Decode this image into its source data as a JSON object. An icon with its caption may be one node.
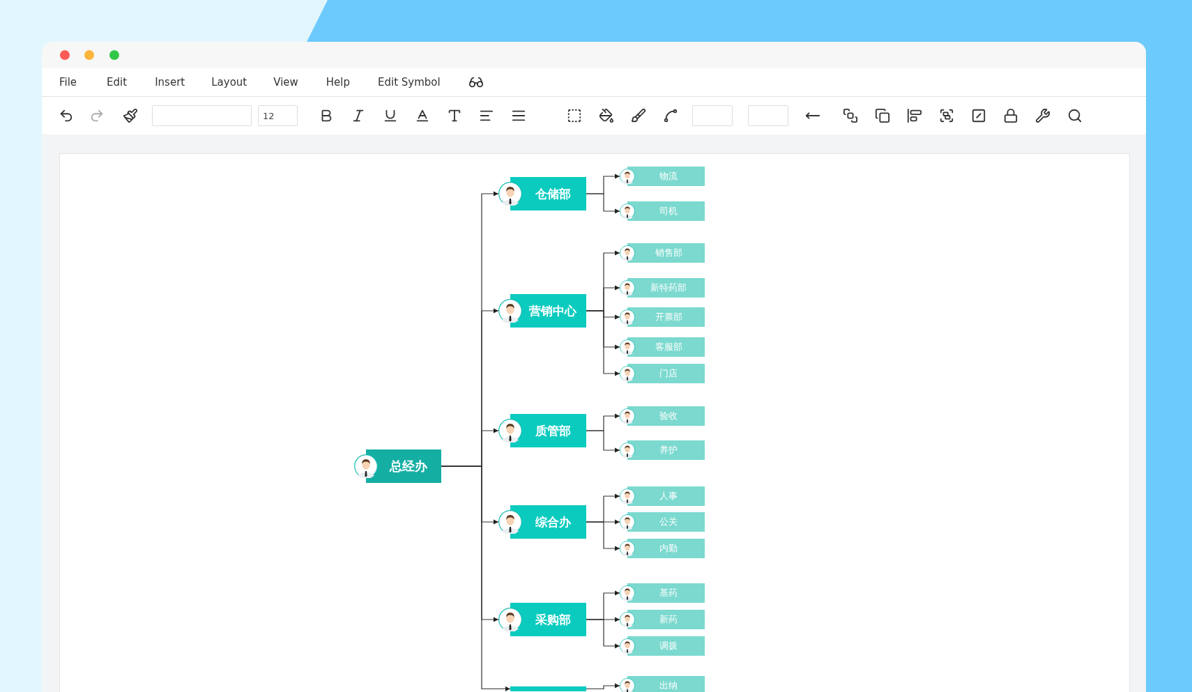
{
  "diagram": {
    "nodes": [
      {
        "text": [
          "总经办"
        ]
      },
      {
        "text": [
          "仓储部"
        ]
      },
      {
        "text": [
          "物流"
        ]
      },
      {
        "text": [
          "司机"
        ]
      },
      {
        "text": [
          "营销中心"
        ]
      },
      {
        "text": [
          "销售部"
        ]
      },
      {
        "text": [
          "新特药部"
        ]
      },
      {
        "text": [
          "开票部"
        ]
      },
      {
        "text": [
          "客服部"
        ]
      },
      {
        "text": [
          "门店"
        ]
      },
      {
        "text": [
          "质管部"
        ]
      },
      {
        "text": [
          "验收"
        ]
      },
      {
        "text": [
          "养护"
        ]
      },
      {
        "text": [
          "综合办"
        ]
      },
      {
        "text": [
          "人事"
        ]
      },
      {
        "text": [
          "公关"
        ]
      },
      {
        "text": [
          "内勤"
        ]
      },
      {
        "text": [
          "采购部"
        ]
      },
      {
        "text": [
          "基药"
        ]
      },
      {
        "text": [
          "新药"
        ]
      },
      {
        "text": [
          "调拨"
        ]
      },
      {
        "text": [],
        "shape": "box"
      },
      {
        "text": [
          "出纳"
        ]
      }
    ],
    "edges": [
      {
        "from": 0,
        "to": 1,
        "arrow": "to"
      },
      {
        "from": 0,
        "to": 4,
        "arrow": "to"
      },
      {
        "from": 0,
        "to": 10,
        "arrow": "to"
      },
      {
        "from": 0,
        "to": 13,
        "arrow": "to"
      },
      {
        "from": 0,
        "to": 17,
        "arrow": "to"
      },
      {
        "from": 0,
        "to": 21,
        "arrow": "to"
      },
      {
        "from": 1,
        "to": 2,
        "arrow": "to"
      },
      {
        "from": 1,
        "to": 3,
        "arrow": "to"
      },
      {
        "from": 4,
        "to": 5,
        "arrow": "to"
      },
      {
        "from": 4,
        "to": 6,
        "arrow": "to"
      },
      {
        "from": 4,
        "to": 7,
        "arrow": "to"
      },
      {
        "from": 4,
        "to": 8,
        "arrow": "to"
      },
      {
        "from": 4,
        "to": 9,
        "arrow": "to"
      },
      {
        "from": 10,
        "to": 11,
        "arrow": "to"
      },
      {
        "from": 10,
        "to": 12,
        "arrow": "to"
      },
      {
        "from": 13,
        "to": 14,
        "arrow": "to"
      },
      {
        "from": 13,
        "to": 15,
        "arrow": "to"
      },
      {
        "from": 13,
        "to": 16,
        "arrow": "to"
      },
      {
        "from": 17,
        "to": 18,
        "arrow": "to"
      },
      {
        "from": 17,
        "to": 19,
        "arrow": "to"
      },
      {
        "from": 17,
        "to": 20,
        "arrow": "to"
      },
      {
        "from": 21,
        "to": 22,
        "arrow": "to"
      }
    ],
    "labels": [
      "File",
      "Edit",
      "Insert",
      "Layout",
      "View",
      "Help",
      "Edit Symbol",
      "12"
    ]
  }
}
